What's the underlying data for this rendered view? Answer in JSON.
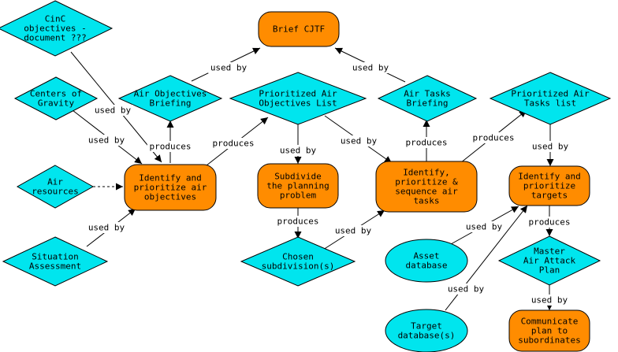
{
  "colors": {
    "process": "#ff8c00",
    "product": "#00e5ee",
    "outline": "#000000",
    "background": "#ffffff"
  },
  "edge_labels": {
    "used_by": "used by",
    "produces": "produces"
  },
  "nodes": [
    {
      "id": "cinc",
      "kind": "product",
      "shape": "diamond",
      "lines": [
        "CinC",
        "objectives -",
        "document ???"
      ]
    },
    {
      "id": "brief",
      "kind": "process",
      "shape": "rounded",
      "lines": [
        "Brief CJTF"
      ]
    },
    {
      "id": "centers",
      "kind": "product",
      "shape": "diamond",
      "lines": [
        "Centers of",
        "Gravity"
      ]
    },
    {
      "id": "airobj_brief",
      "kind": "product",
      "shape": "diamond",
      "lines": [
        "Air Objectives",
        "Briefing"
      ]
    },
    {
      "id": "prio_obj_list",
      "kind": "product",
      "shape": "diamond",
      "lines": [
        "Prioritized Air",
        "Objectives List"
      ]
    },
    {
      "id": "airtasks_brief",
      "kind": "product",
      "shape": "diamond",
      "lines": [
        "Air Tasks",
        "Briefing"
      ]
    },
    {
      "id": "prio_tasks_list",
      "kind": "product",
      "shape": "diamond",
      "lines": [
        "Prioritized Air",
        "Tasks list"
      ]
    },
    {
      "id": "air_resources",
      "kind": "product",
      "shape": "diamond",
      "lines": [
        "Air",
        "resources"
      ]
    },
    {
      "id": "identify_obj",
      "kind": "process",
      "shape": "rounded",
      "lines": [
        "Identify and",
        "prioritize air",
        "objectives"
      ]
    },
    {
      "id": "subdivide",
      "kind": "process",
      "shape": "rounded",
      "lines": [
        "Subdivide",
        "the planning",
        "problem"
      ]
    },
    {
      "id": "identify_tasks",
      "kind": "process",
      "shape": "rounded",
      "lines": [
        "Identify,",
        "prioritize &",
        "sequence air",
        "tasks"
      ]
    },
    {
      "id": "identify_targets",
      "kind": "process",
      "shape": "rounded",
      "lines": [
        "Identify and",
        "prioritize",
        "targets"
      ]
    },
    {
      "id": "situation",
      "kind": "product",
      "shape": "diamond",
      "lines": [
        "Situation",
        "Assessment"
      ]
    },
    {
      "id": "chosen",
      "kind": "product",
      "shape": "diamond",
      "lines": [
        "Chosen",
        "subdivision(s)"
      ]
    },
    {
      "id": "asset_db",
      "kind": "product",
      "shape": "ellipse",
      "lines": [
        "Asset",
        "database"
      ]
    },
    {
      "id": "maap",
      "kind": "product",
      "shape": "diamond",
      "lines": [
        "Master",
        "Air Attack",
        "Plan"
      ]
    },
    {
      "id": "target_db",
      "kind": "product",
      "shape": "ellipse",
      "lines": [
        "Target",
        "database(s)"
      ]
    },
    {
      "id": "communicate",
      "kind": "process",
      "shape": "rounded",
      "lines": [
        "Communicate",
        "plan to",
        "subordinates"
      ]
    }
  ],
  "edges": [
    {
      "id": "e1",
      "from": "cinc",
      "to": "identify_obj",
      "label": "used by",
      "style": "solid"
    },
    {
      "id": "e2",
      "from": "centers",
      "to": "identify_obj",
      "label": "used by",
      "style": "solid"
    },
    {
      "id": "e3",
      "from": "air_resources",
      "to": "identify_obj",
      "label": "",
      "style": "dashed"
    },
    {
      "id": "e4",
      "from": "situation",
      "to": "identify_obj",
      "label": "used by",
      "style": "solid"
    },
    {
      "id": "e5",
      "from": "identify_obj",
      "to": "airobj_brief",
      "label": "produces",
      "style": "solid"
    },
    {
      "id": "e6",
      "from": "identify_obj",
      "to": "prio_obj_list",
      "label": "produces",
      "style": "solid"
    },
    {
      "id": "e7",
      "from": "airobj_brief",
      "to": "brief",
      "label": "used by",
      "style": "solid"
    },
    {
      "id": "e8",
      "from": "airtasks_brief",
      "to": "brief",
      "label": "used by",
      "style": "solid"
    },
    {
      "id": "e9",
      "from": "prio_obj_list",
      "to": "subdivide",
      "label": "used by",
      "style": "solid"
    },
    {
      "id": "e10",
      "from": "prio_obj_list",
      "to": "identify_tasks",
      "label": "used by",
      "style": "solid"
    },
    {
      "id": "e11",
      "from": "subdivide",
      "to": "chosen",
      "label": "produces",
      "style": "solid"
    },
    {
      "id": "e12",
      "from": "chosen",
      "to": "identify_tasks",
      "label": "used by",
      "style": "solid"
    },
    {
      "id": "e13",
      "from": "identify_tasks",
      "to": "airtasks_brief",
      "label": "produces",
      "style": "solid"
    },
    {
      "id": "e14",
      "from": "identify_tasks",
      "to": "prio_tasks_list",
      "label": "produces",
      "style": "solid"
    },
    {
      "id": "e15",
      "from": "prio_tasks_list",
      "to": "identify_targets",
      "label": "used by",
      "style": "solid"
    },
    {
      "id": "e16",
      "from": "asset_db",
      "to": "identify_targets",
      "label": "used by",
      "style": "solid"
    },
    {
      "id": "e17",
      "from": "target_db",
      "to": "identify_targets",
      "label": "used by",
      "style": "solid"
    },
    {
      "id": "e18",
      "from": "identify_targets",
      "to": "maap",
      "label": "produces",
      "style": "solid"
    },
    {
      "id": "e19",
      "from": "maap",
      "to": "communicate",
      "label": "used by",
      "style": "solid"
    }
  ]
}
